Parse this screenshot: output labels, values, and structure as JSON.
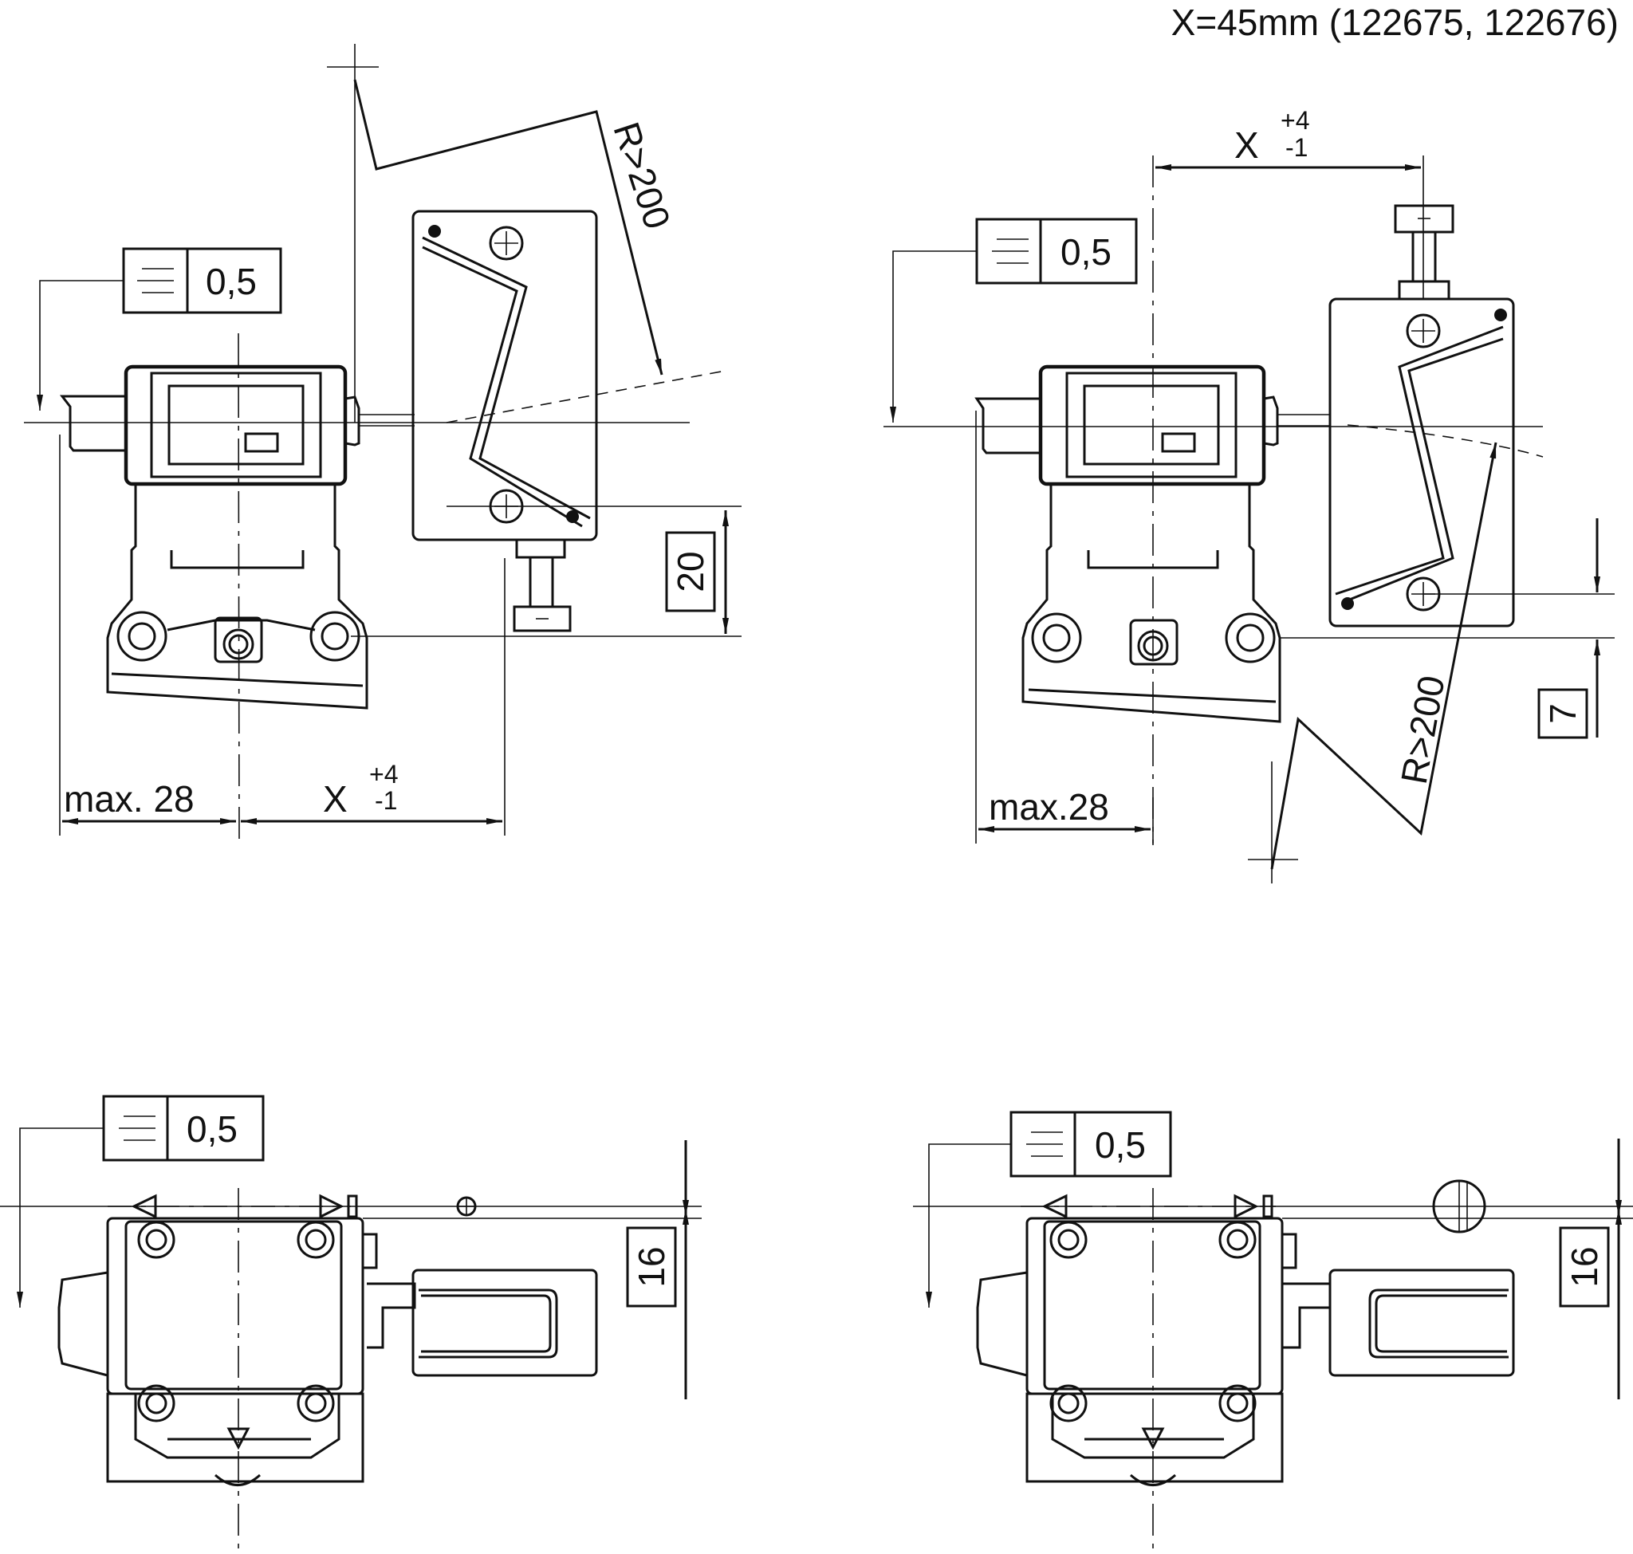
{
  "header": {
    "note": "X=45mm (122675, 122676)"
  },
  "labels": {
    "flatness_value": "0,5",
    "max28_a": "max. 28",
    "max28_b": "max.28",
    "x_symbol": "X",
    "tol_plus": "+4",
    "tol_minus": "-1",
    "radius": "R>200",
    "dim20": "20",
    "dim7": "7",
    "dim16": "16"
  },
  "symbols": {
    "flatness": "flatness-tolerance-symbol"
  }
}
